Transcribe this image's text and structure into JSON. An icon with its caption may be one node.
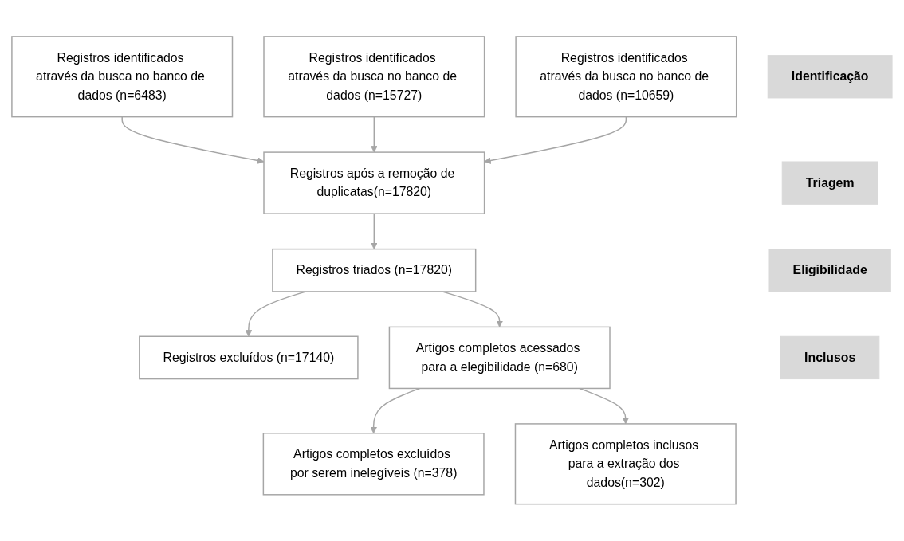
{
  "diagram": {
    "nodes": [
      {
        "text": [
          "Registros identificados através da busca no banco de dados (n=6483)"
        ]
      },
      {
        "text": [
          "Registros identificados através da busca no banco de dados (n=15727)"
        ]
      },
      {
        "text": [
          "Registros identificados através da busca no banco de dados (n=10659)"
        ]
      },
      {
        "text": [
          "Identificação"
        ]
      },
      {
        "text": [
          "Registros após a remoção de duplicatas(n=17820)"
        ]
      },
      {
        "text": [
          "Triagem"
        ]
      },
      {
        "text": [
          "Registros triados (n=17820)"
        ]
      },
      {
        "text": [
          "Registros excluídos (n=17140)"
        ]
      },
      {
        "text": [
          "Eligibilidade"
        ]
      },
      {
        "text": [
          "Artigos completos acessados para a elegibilidade (n=680)"
        ]
      },
      {
        "text": [
          "Artigos completos excluídos por serem inelegíveis (n=378)"
        ]
      },
      {
        "text": [
          "Inclusos"
        ]
      },
      {
        "text": [
          "Artigos completos inclusos para a extração dos dados(n=302)"
        ]
      }
    ],
    "edges": [
      {
        "from": 0,
        "to": 4,
        "arrow": "to"
      },
      {
        "from": 1,
        "to": 4,
        "arrow": "to"
      },
      {
        "from": 2,
        "to": 4,
        "arrow": "to"
      },
      {
        "from": 4,
        "to": 6,
        "arrow": "to"
      },
      {
        "from": 6,
        "to": 7,
        "arrow": "to"
      },
      {
        "from": 6,
        "to": 9,
        "arrow": "to"
      },
      {
        "from": 9,
        "to": 10,
        "arrow": "to"
      },
      {
        "from": 9,
        "to": 12,
        "arrow": "to"
      }
    ]
  }
}
